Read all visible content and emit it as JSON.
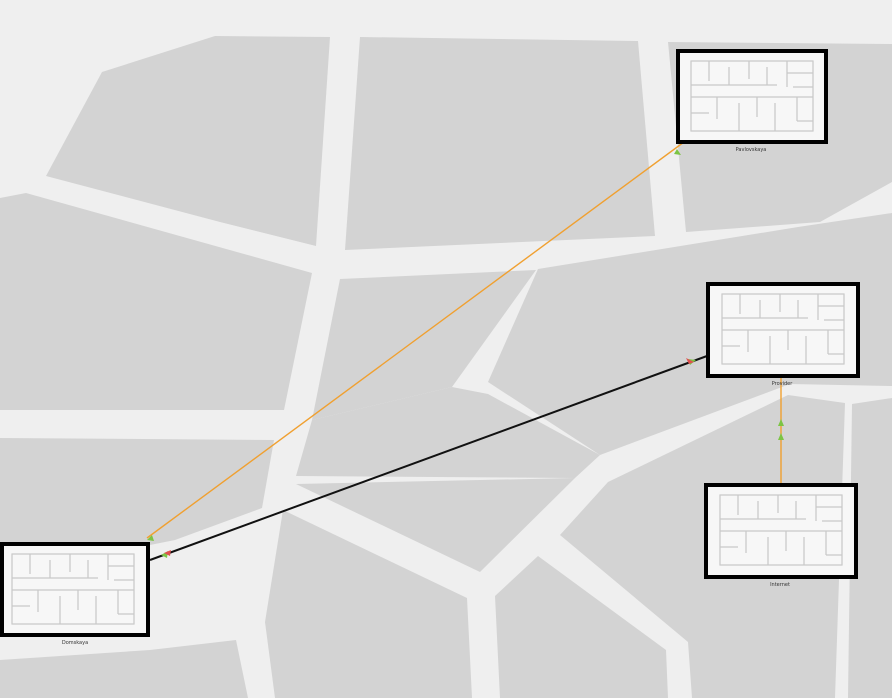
{
  "colors": {
    "background": "#efefef",
    "block": "#d3d3d3",
    "building_frame": "#000000",
    "building_fill": "#f7f7f7",
    "walls": "#c8c8c8",
    "link_fiber": "#f0a030",
    "link_copper": "#111111",
    "arrow_up": "#7cc444",
    "arrow_down": "#e05050"
  },
  "nodes": {
    "pavlovskaya": {
      "label": "Pavlovskaya"
    },
    "provider": {
      "label": "Provider"
    },
    "internet": {
      "label": "Internet"
    },
    "domskaya": {
      "label": "Domskaya"
    }
  },
  "links": [
    {
      "id": "domskaya-pavlovskaya",
      "from": "domskaya",
      "to": "pavlovskaya",
      "type": "fiber"
    },
    {
      "id": "domskaya-provider",
      "from": "domskaya",
      "to": "provider",
      "type": "copper"
    },
    {
      "id": "internet-provider",
      "from": "internet",
      "to": "provider",
      "type": "fiber"
    }
  ]
}
